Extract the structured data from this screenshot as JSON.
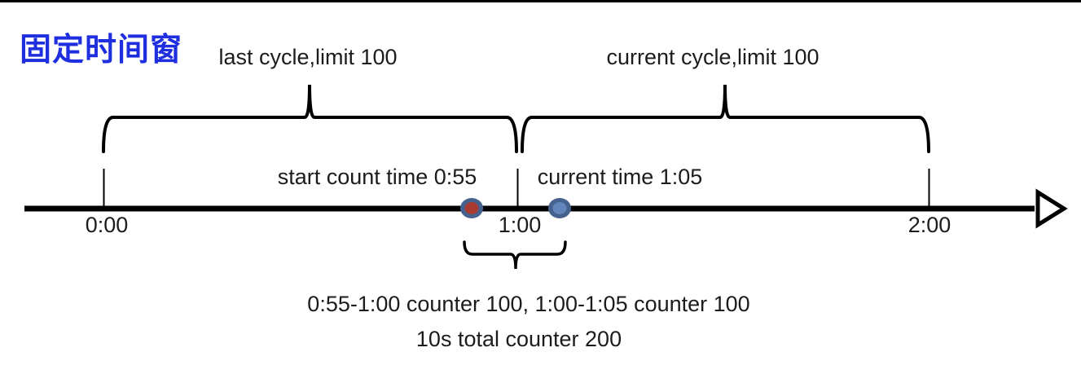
{
  "title": "固定时间窗",
  "colors": {
    "title_blue": "#1f2fe0",
    "text": "#1c1c1c",
    "line_black": "#000000",
    "dot_ring": "#45618d",
    "dot_red_fill": "#a83a32",
    "dot_blue_fill": "#6285bb"
  },
  "braces": {
    "last_cycle_label": "last cycle,limit 100",
    "current_cycle_label": "current cycle,limit 100"
  },
  "timeline": {
    "ticks": [
      "0:00",
      "1:00",
      "2:00"
    ],
    "start_count_label": "start count time 0:55",
    "current_time_label": "current time 1:05"
  },
  "footer": {
    "counters_line": "0:55-1:00 counter 100, 1:00-1:05 counter 100",
    "total_line": "10s total counter 200"
  }
}
